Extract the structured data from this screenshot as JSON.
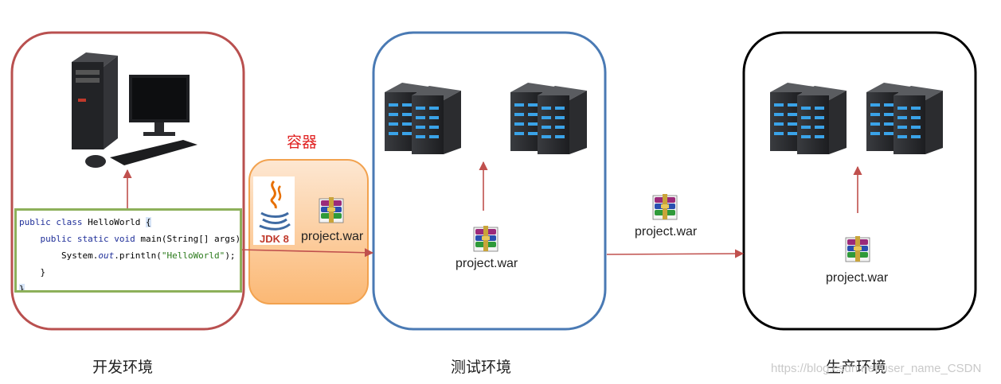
{
  "container_label": "容器",
  "jdk_label": "JDK 8",
  "war_label": "project.war",
  "environments": [
    {
      "name": "开发环境"
    },
    {
      "name": "测试环境"
    },
    {
      "name": "生产环境"
    }
  ],
  "code_lines": [
    "public class HelloWorld {",
    "    public static void main(String[] args) {",
    "        System.out.println(\"HelloWorld\");",
    "    }",
    "}"
  ],
  "watermark": "https://blog.csdn.net/user_name_CSDN",
  "colors": {
    "dev_border": "#b9504f",
    "test_border": "#4a7ab4",
    "prod_border": "#000000",
    "container_border": "#f2a24f",
    "container_fill_top": "#fde7d2",
    "container_fill_bottom": "#fbb874",
    "arrow": "#c0504d",
    "code_border": "#8db05a",
    "container_label": "#e02020"
  },
  "icons": [
    "desktop-computer-icon",
    "java-logo-icon",
    "winrar-archive-icon",
    "server-rack-icon"
  ]
}
